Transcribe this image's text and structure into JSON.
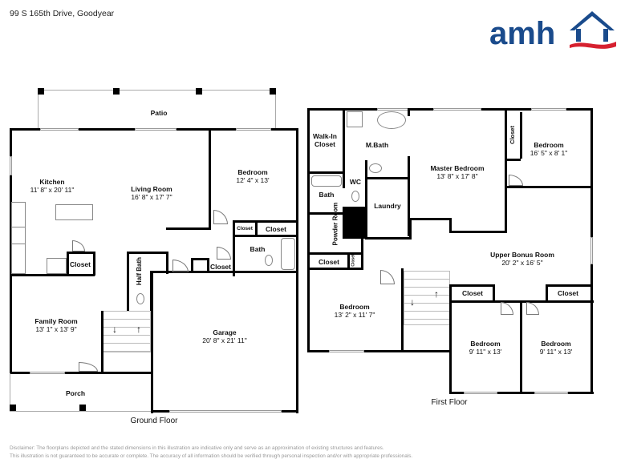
{
  "header": {
    "address": "99 S 165th Drive, Goodyear"
  },
  "logo": {
    "text": "amh",
    "colors": {
      "blue": "#1a4b8c",
      "red": "#d6202f"
    }
  },
  "ground_floor": {
    "title": "Ground Floor",
    "rooms": [
      {
        "name": "Patio",
        "dims": ""
      },
      {
        "name": "Kitchen",
        "dims": "11' 8\" x 20' 11\""
      },
      {
        "name": "Living Room",
        "dims": "16' 8\" x 17' 7\""
      },
      {
        "name": "Bedroom",
        "dims": "12' 4\" x 13'"
      },
      {
        "name": "Closet",
        "dims": ""
      },
      {
        "name": "Closet",
        "dims": ""
      },
      {
        "name": "Bath",
        "dims": ""
      },
      {
        "name": "Closet",
        "dims": ""
      },
      {
        "name": "Closet",
        "dims": ""
      },
      {
        "name": "Half Bath",
        "dims": ""
      },
      {
        "name": "Family Room",
        "dims": "13' 1\" x 13' 9\""
      },
      {
        "name": "Garage",
        "dims": "20' 8\" x 21' 11\""
      },
      {
        "name": "Porch",
        "dims": ""
      }
    ]
  },
  "first_floor": {
    "title": "First Floor",
    "rooms": [
      {
        "name": "Walk-In Closet",
        "dims": ""
      },
      {
        "name": "M.Bath",
        "dims": ""
      },
      {
        "name": "Master Bedroom",
        "dims": "13' 8\" x 17' 8\""
      },
      {
        "name": "Closet",
        "dims": ""
      },
      {
        "name": "Bedroom",
        "dims": "16' 5\" x 8' 1\""
      },
      {
        "name": "Bath",
        "dims": ""
      },
      {
        "name": "WC",
        "dims": ""
      },
      {
        "name": "Laundry",
        "dims": ""
      },
      {
        "name": "Powder Room",
        "dims": ""
      },
      {
        "name": "Closet",
        "dims": ""
      },
      {
        "name": "Closet",
        "dims": ""
      },
      {
        "name": "Upper Bonus Room",
        "dims": "20' 2\" x 16' 5\""
      },
      {
        "name": "Bedroom",
        "dims": "13' 2\" x 11' 7\""
      },
      {
        "name": "Closet",
        "dims": ""
      },
      {
        "name": "Closet",
        "dims": ""
      },
      {
        "name": "Bedroom",
        "dims": "9' 11\" x 13'"
      },
      {
        "name": "Bedroom",
        "dims": "9' 11\" x 13'"
      }
    ]
  },
  "disclaimer": {
    "line1": "Disclaimer: The floorplans depicted and the stated dimensions in this illustration are indicative only and serve as an approximation of existing structures and features.",
    "line2": "This illustration is not guaranteed to be accurate or complete. The accuracy of all information should be verified through personal inspection and/or with appropriate professionals."
  }
}
